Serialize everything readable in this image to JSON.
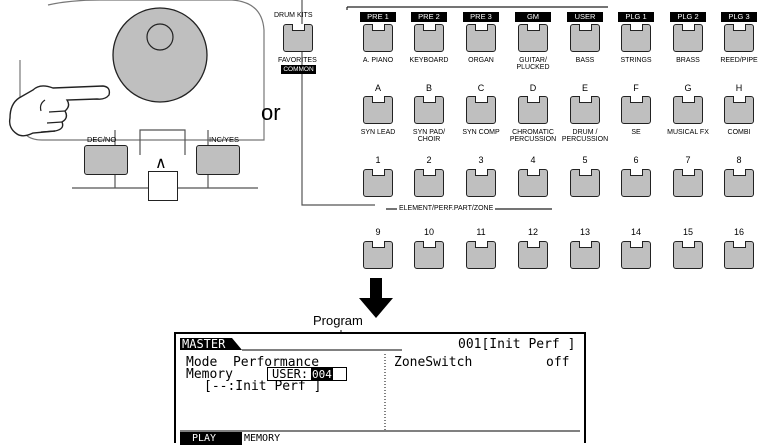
{
  "data_dial": {
    "dec_label": "DEC/NO",
    "inc_label": "INC/YES",
    "cursor_up_glyph": "∧"
  },
  "or_text": "or",
  "drum_kits": {
    "label": "DRUM KITS",
    "favorites_label": "FAVORITES",
    "common_label": "COMMON"
  },
  "bank_tabs": [
    "PRE 1",
    "PRE 2",
    "PRE 3",
    "GM",
    "USER",
    "PLG 1",
    "PLG 2",
    "PLG 3"
  ],
  "bank_row": [
    {
      "label": "A. PIANO",
      "label2": ""
    },
    {
      "label": "KEYBOARD",
      "label2": ""
    },
    {
      "label": "ORGAN",
      "label2": ""
    },
    {
      "label": "GUITAR/",
      "label2": "PLUCKED"
    },
    {
      "label": "BASS",
      "label2": ""
    },
    {
      "label": "STRINGS",
      "label2": ""
    },
    {
      "label": "BRASS",
      "label2": ""
    },
    {
      "label": "REED/PIPE",
      "label2": ""
    }
  ],
  "group_row": [
    {
      "letter": "A",
      "label": "SYN LEAD",
      "label2": ""
    },
    {
      "letter": "B",
      "label": "SYN PAD/",
      "label2": "CHOIR"
    },
    {
      "letter": "C",
      "label": "SYN COMP",
      "label2": ""
    },
    {
      "letter": "D",
      "label": "CHROMATIC",
      "label2": "PERCUSSION"
    },
    {
      "letter": "E",
      "label": "DRUM /",
      "label2": "PERCUSSION"
    },
    {
      "letter": "F",
      "label": "SE",
      "label2": ""
    },
    {
      "letter": "G",
      "label": "MUSICAL FX",
      "label2": ""
    },
    {
      "letter": "H",
      "label": "COMBI",
      "label2": ""
    }
  ],
  "number_row1": [
    "1",
    "2",
    "3",
    "4",
    "5",
    "6",
    "7",
    "8"
  ],
  "element_label": "ELEMENT/PERF.PART/ZONE",
  "number_row2": [
    "9",
    "10",
    "11",
    "12",
    "13",
    "14",
    "15",
    "16"
  ],
  "callout_label": "Program",
  "lcd": {
    "mode_title": "MASTER",
    "header_right": "001[Init Perf ]",
    "line1_left": "Mode  Performance",
    "line2_left": "Memory",
    "memory_value": "USER:",
    "memory_number": "004",
    "line3_left": "[--:Init Perf ]",
    "zone_label": "ZoneSwitch",
    "zone_value": "off",
    "tab_play": "PLAY",
    "tab_memory": "MEMORY"
  }
}
